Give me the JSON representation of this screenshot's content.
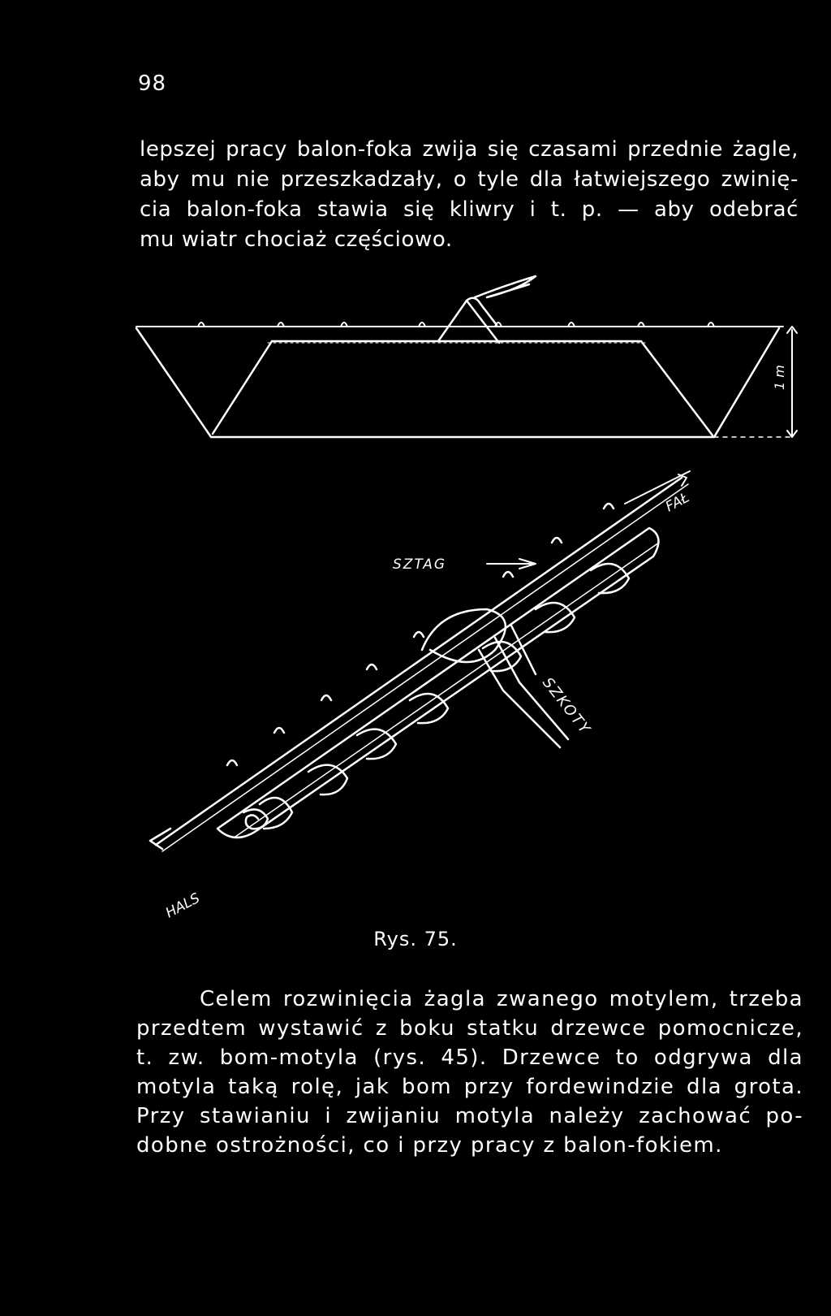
{
  "page_number": "98",
  "top_paragraph": [
    "lepszej pracy balon-foka zwija się czasami przednie żagle,",
    "aby mu nie przeszkadzały, o tyle dla łatwiejszego zwinię-",
    "cia balon-foka stawia się kliwry i t. p. — aby odebrać",
    "mu wiatr chociaż częściowo."
  ],
  "figure": {
    "labels": {
      "sztag": "SZTAG",
      "fal": "FAŁ",
      "szkoty": "SZKOTY",
      "hals": "HALS",
      "measure": "1 m"
    }
  },
  "caption": "Rys. 75.",
  "bottom_paragraph": [
    "Celem rozwinięcia żagla zwanego motylem, trzeba",
    "przedtem wystawić z boku statku drzewce pomocnicze,",
    "t. zw. bom-motyla (rys. 45). Drzewce to odgrywa dla",
    "motyla taką rolę, jak bom przy fordewindzie dla grota.",
    "Przy stawianiu i zwijaniu motyla należy zachować po-",
    "dobne ostrożności, co i przy pracy z balon-fokiem."
  ]
}
